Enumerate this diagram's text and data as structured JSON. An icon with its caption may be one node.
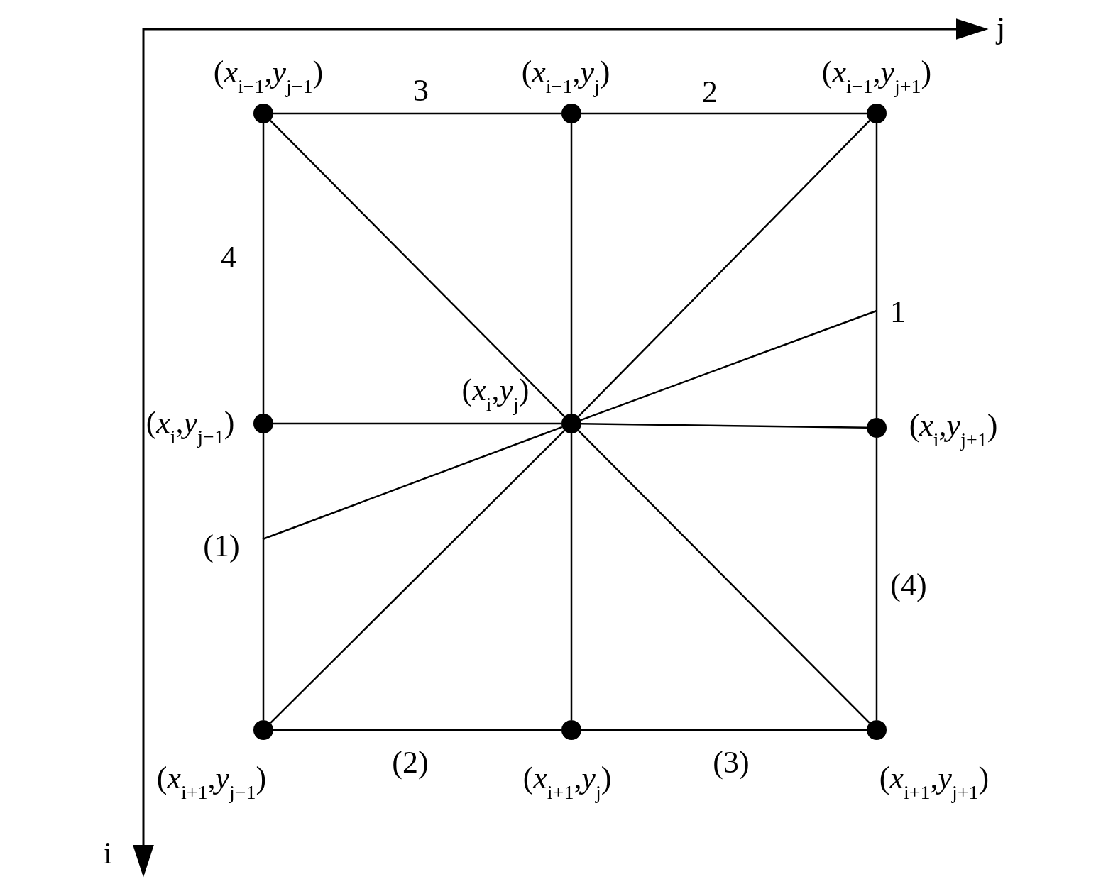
{
  "diagram": {
    "nodes": [
      {
        "text": [],
        "shape": "circle",
        "beside": [
          "(*x*$_{i−1}$,*y*$_{j−1}$)"
        ]
      },
      {
        "text": [],
        "shape": "circle",
        "beside": [
          "(*x*$_{i−1}$,*y*$_{j}$)"
        ]
      },
      {
        "text": [],
        "shape": "circle",
        "beside": [
          "(*x*$_{i−1}$,*y*$_{j+1}$)"
        ]
      },
      {
        "text": [],
        "shape": "circle",
        "beside": [
          "(*x*$_{i}$,*y*$_{j−1}$)"
        ]
      },
      {
        "text": [],
        "shape": "circle",
        "beside": [
          "(*x*$_{i}$,*y*$_{j}$)"
        ]
      },
      {
        "text": [],
        "shape": "circle",
        "beside": [
          "(*x*$_{i}$,*y*$_{j+1}$)"
        ]
      },
      {
        "text": [],
        "shape": "circle",
        "beside": [
          "(*x*$_{i+1}$,*y*$_{j−1}$)"
        ]
      },
      {
        "text": [],
        "shape": "circle",
        "beside": [
          "(*x*$_{i+1}$,*y*$_{j}$)"
        ]
      },
      {
        "text": [],
        "shape": "circle",
        "beside": [
          "(*x*$_{i+1}$,*y*$_{j+1}$)"
        ]
      }
    ],
    "edges": [
      {
        "from": 0,
        "to": 1,
        "arrow": "none"
      },
      {
        "from": 1,
        "to": 2,
        "arrow": "none"
      },
      {
        "from": 3,
        "to": 4,
        "arrow": "none"
      },
      {
        "from": 4,
        "to": 5,
        "arrow": "none"
      },
      {
        "from": 6,
        "to": 7,
        "arrow": "none"
      },
      {
        "from": 7,
        "to": 8,
        "arrow": "none"
      },
      {
        "from": 0,
        "to": 3,
        "arrow": "none"
      },
      {
        "from": 3,
        "to": 6,
        "arrow": "none"
      },
      {
        "from": 1,
        "to": 4,
        "arrow": "none"
      },
      {
        "from": 4,
        "to": 7,
        "arrow": "none"
      },
      {
        "from": 2,
        "to": 5,
        "arrow": "none"
      },
      {
        "from": 5,
        "to": 8,
        "arrow": "none"
      },
      {
        "from": 0,
        "to": 4,
        "arrow": "none"
      },
      {
        "from": 4,
        "to": 8,
        "arrow": "none"
      },
      {
        "from": 2,
        "to": 4,
        "arrow": "none"
      },
      {
        "from": 4,
        "to": 6,
        "arrow": "none"
      },
      {
        "from": 4,
        "to": null,
        "arrow": "none"
      },
      {
        "from": 4,
        "to": null,
        "arrow": "none"
      }
    ],
    "labels": [
      "j",
      "3",
      "2",
      "4",
      "1",
      "(1)",
      "(4)",
      "(2)",
      "(3)",
      "i"
    ]
  }
}
